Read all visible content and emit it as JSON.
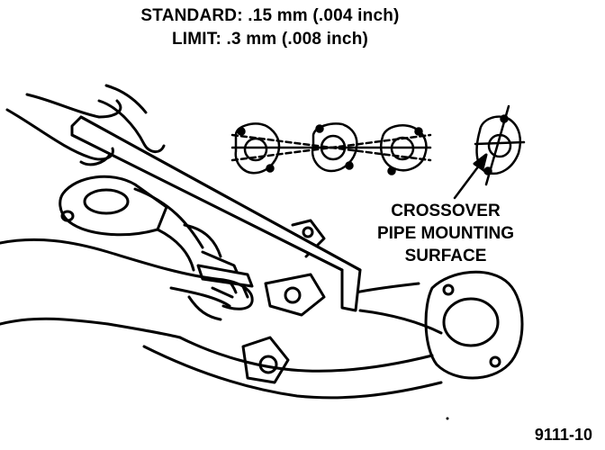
{
  "spec": {
    "standard": "STANDARD: .15 mm (.004 inch)",
    "limit": "LIMIT: .3 mm (.008 inch)"
  },
  "callout": {
    "line1": "CROSSOVER",
    "line2": "PIPE MOUNTING",
    "line3": "SURFACE"
  },
  "figure_number": "9111-10"
}
